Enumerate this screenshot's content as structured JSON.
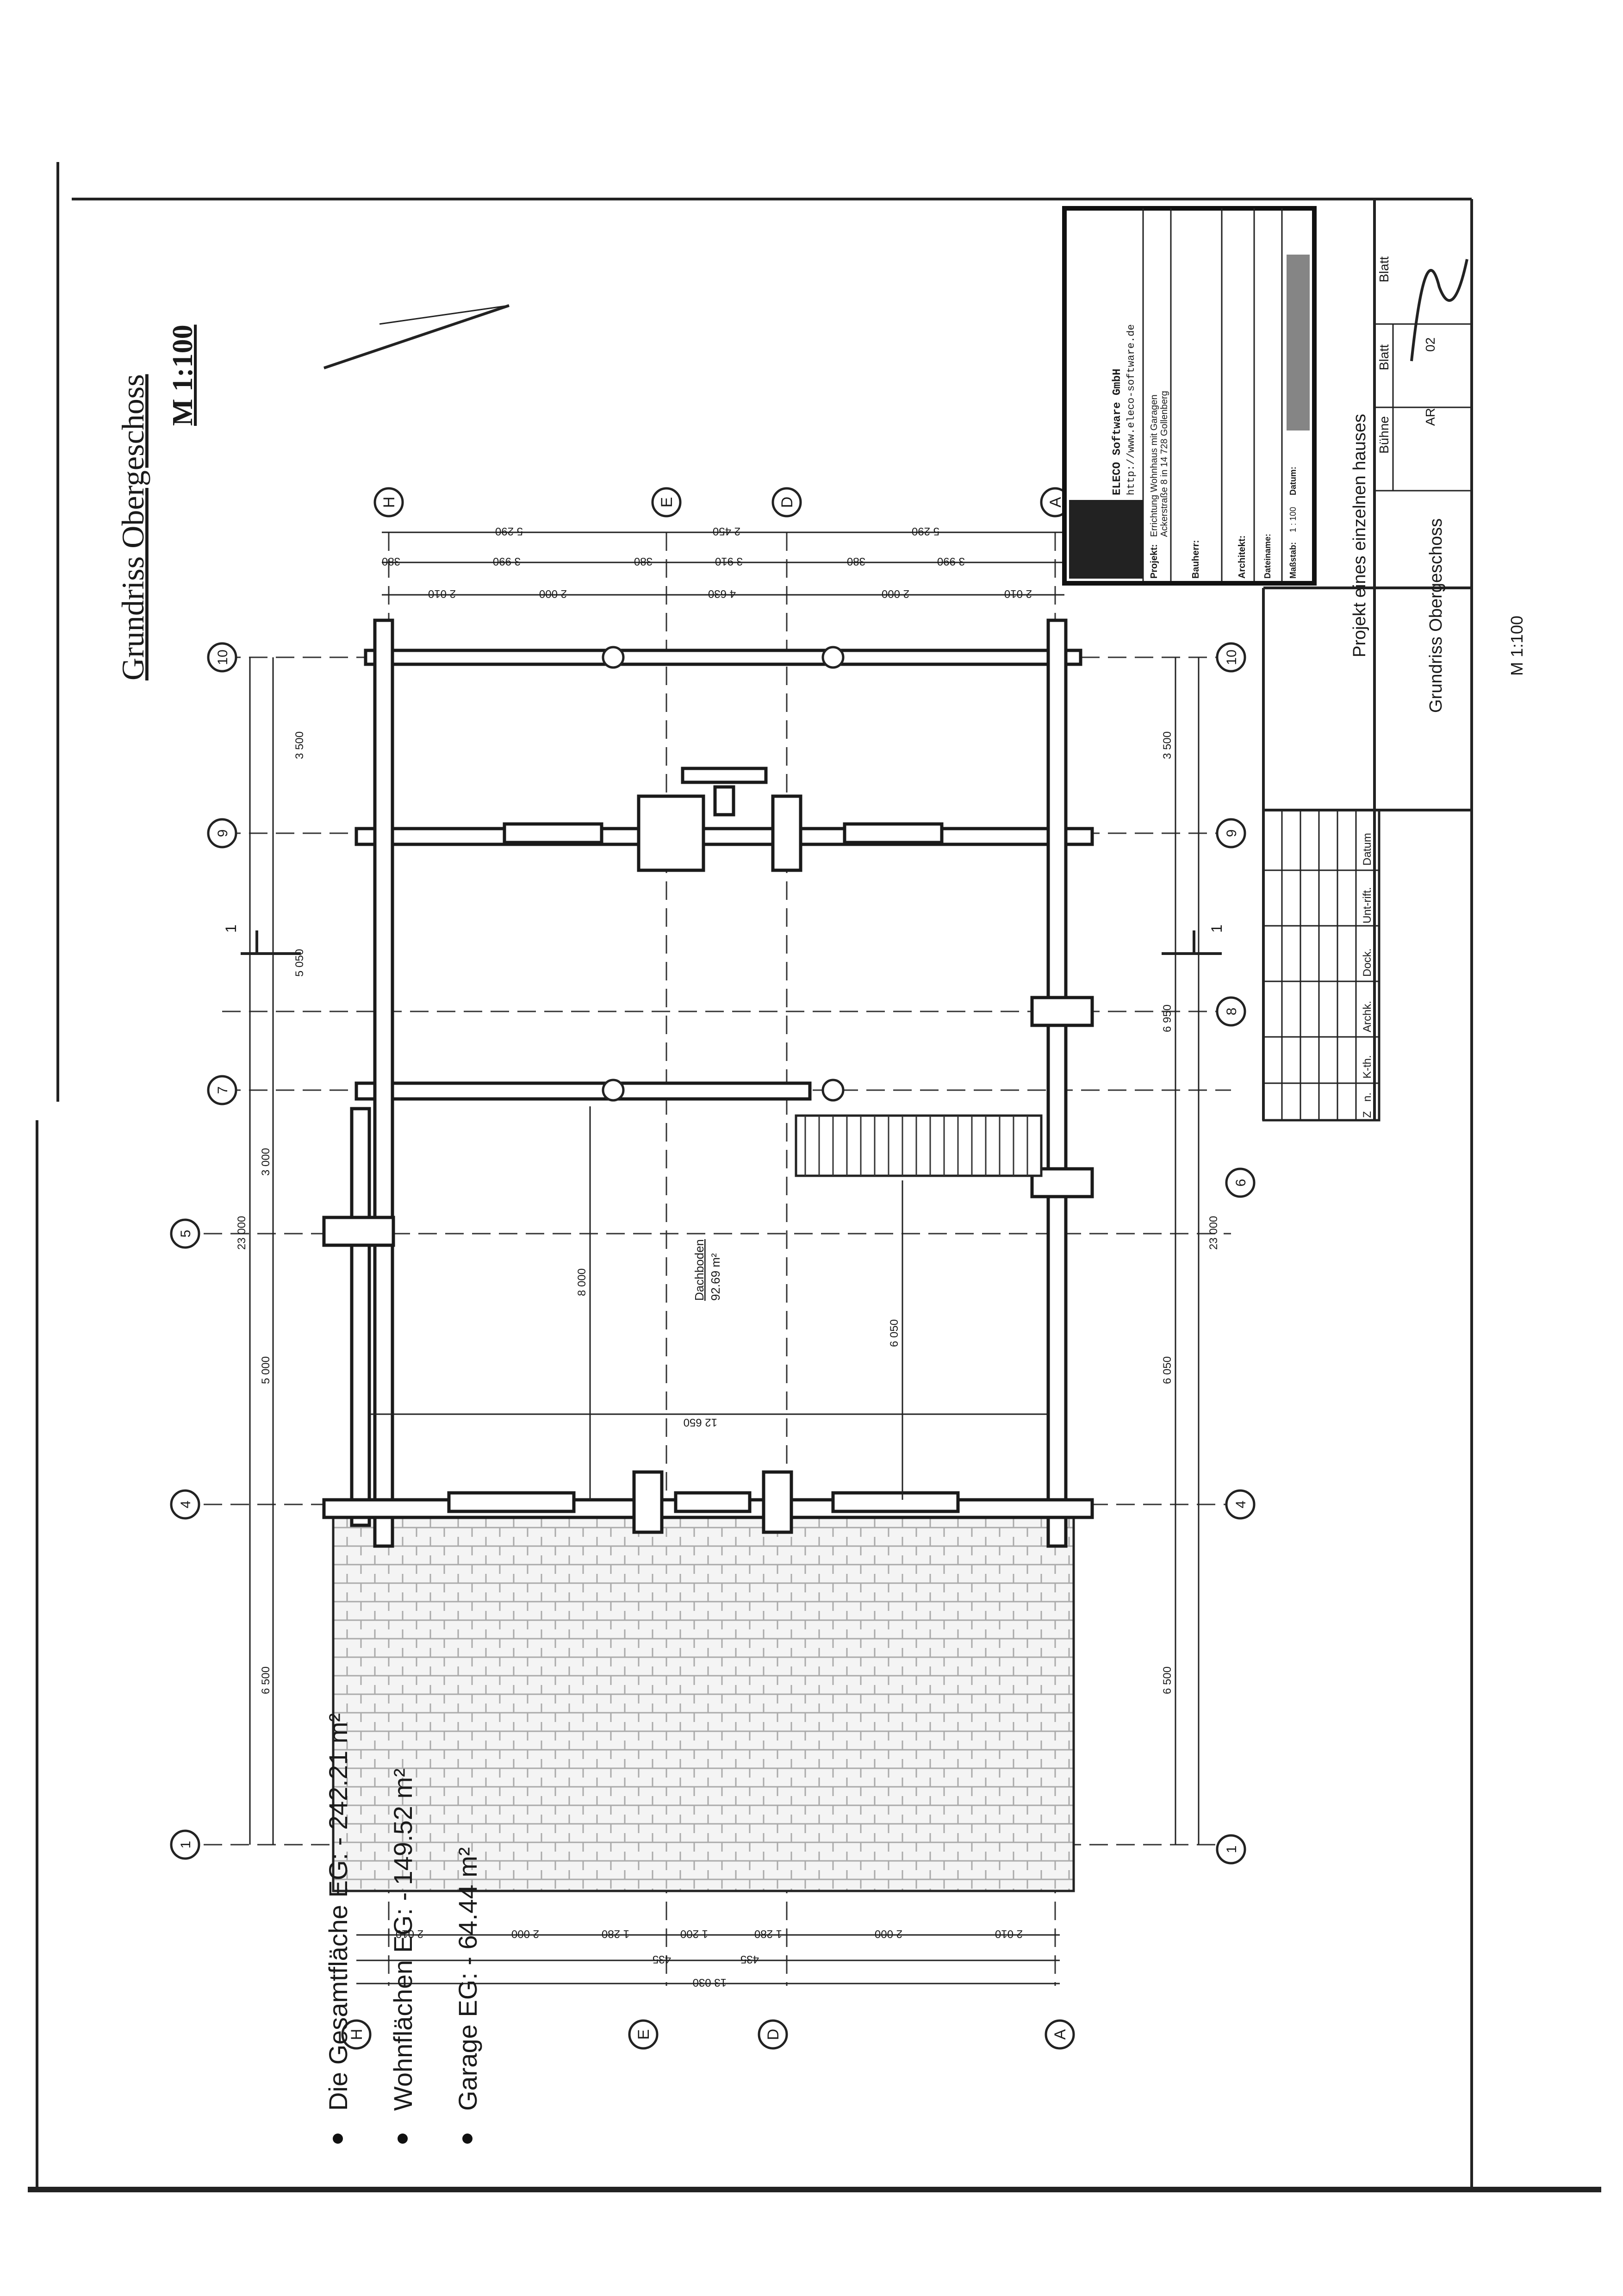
{
  "sheet": {
    "title": "Grundriss Obergeschoss",
    "scale_heading": "M 1:100"
  },
  "axes": {
    "rows": [
      "H",
      "E",
      "D",
      "A"
    ],
    "columns": [
      "10",
      "9",
      "8",
      "7",
      "6",
      "5",
      "4",
      "1"
    ],
    "section_marker": "1"
  },
  "dimensions": {
    "top_chain_1": [
      "5 290",
      "2 450",
      "5 290"
    ],
    "top_chain_2": [
      "380",
      "3 990",
      "380",
      "3 910",
      "380",
      "3 990"
    ],
    "top_chain_3": [
      "2 010",
      "2 000",
      "4 630",
      "2 000",
      "2 010"
    ],
    "bottom_chain_1": [
      "2 010",
      "2 000",
      "1 280",
      "1 200",
      "1 280",
      "2 000",
      "2 010"
    ],
    "bottom_chain_2": [
      "435",
      "435"
    ],
    "bottom_total": "13 030",
    "left_spans": [
      "3 500",
      "5 050",
      "3 000",
      "5 000",
      "6 500"
    ],
    "left_total": "23 000",
    "right_spans": [
      "3 500",
      "6 950",
      "6 050",
      "6 500"
    ],
    "right_total": "23 000",
    "inner": [
      "8 000",
      "6 050",
      "12 650"
    ]
  },
  "room": {
    "name": "Dachboden",
    "area": "92.69 m²"
  },
  "areas": [
    {
      "label": "Die Gesamtfläche EG: - 242.21 m²"
    },
    {
      "label": "Wohnflächen EG: - 149.52 m²"
    },
    {
      "label": "Garage EG: - 64.44 m²"
    }
  ],
  "stamp": {
    "company": "ELECO Software GmbH",
    "url": "http://www.eleco-software.de",
    "projekt_label": "Projekt:",
    "projekt": "Errichtung Wohnhaus mit Garagen",
    "address": "Ackerstraße 8 in 14 728 Gollenberg",
    "bauherr_label": "Bauherr:",
    "architekt_label": "Architekt:",
    "dateiname_label": "Dateiname:",
    "massstab_label": "Maßstab:",
    "massstab": "1 : 100",
    "datum_label": "Datum:"
  },
  "title_block": {
    "project": "Projekt eines einzelnen hauses",
    "drawing": "Grundriss Obergeschoss",
    "scale": "M 1:100",
    "buehne_label": "Bühne",
    "buehne": "AR",
    "blatt_label": "Blatt",
    "blatt": "02",
    "blatt2_label": "Blatt",
    "revision_headers": [
      "Z",
      "n.",
      "K-th.",
      "Archk.",
      "Dock.",
      "Unt-rift.",
      "Datum"
    ]
  }
}
